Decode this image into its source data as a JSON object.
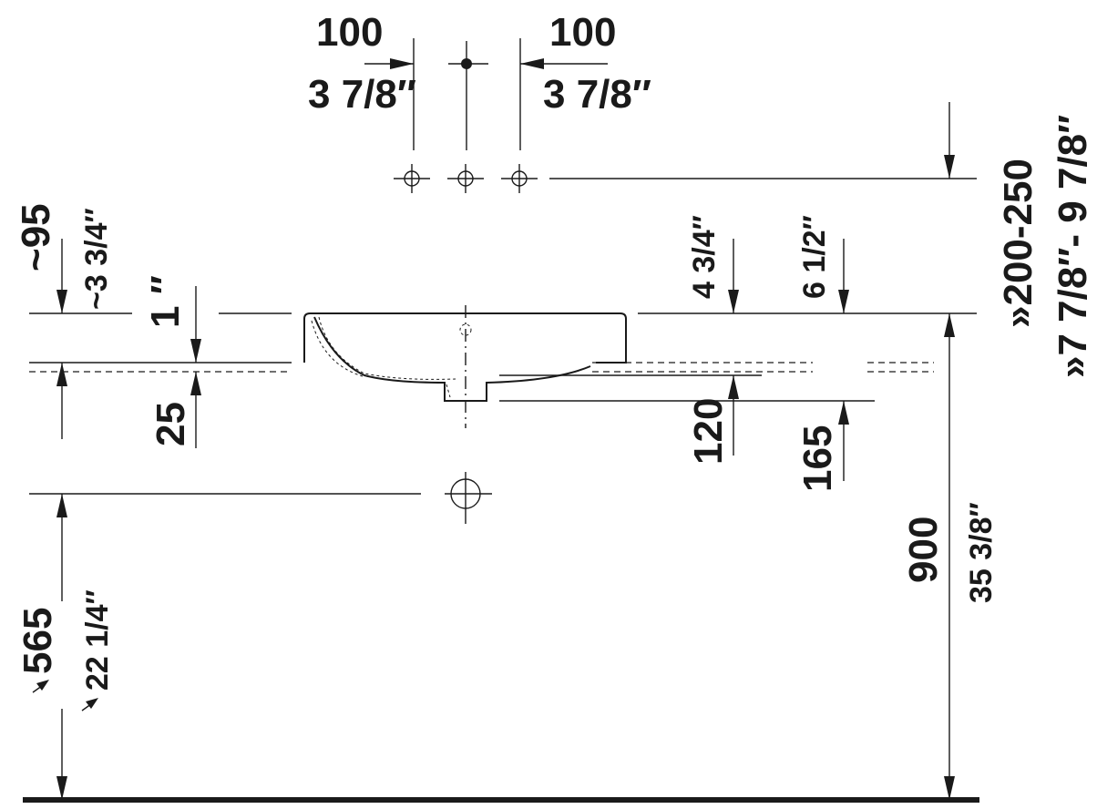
{
  "diagram": {
    "labels": {
      "tap_left_mm": "100",
      "tap_left_in": "3 7/8″",
      "tap_right_mm": "100",
      "tap_right_in": "3 7/8″",
      "tap_height_mm": "»200-250",
      "tap_height_in": "»7 7/8″- 9 7/8″",
      "approx_mm": "~95",
      "approx_in": "~3 3/4″",
      "rim_in": "1 ″",
      "deck_mm": "25",
      "depth_in": "4 3/4″",
      "depth_mm": "120",
      "depth2_in": "6 1/2″",
      "depth2_mm": "165",
      "drain_mm": "565",
      "drain_in": "22 1/4″",
      "height_mm": "900",
      "height_in": "35 3/8″"
    }
  }
}
